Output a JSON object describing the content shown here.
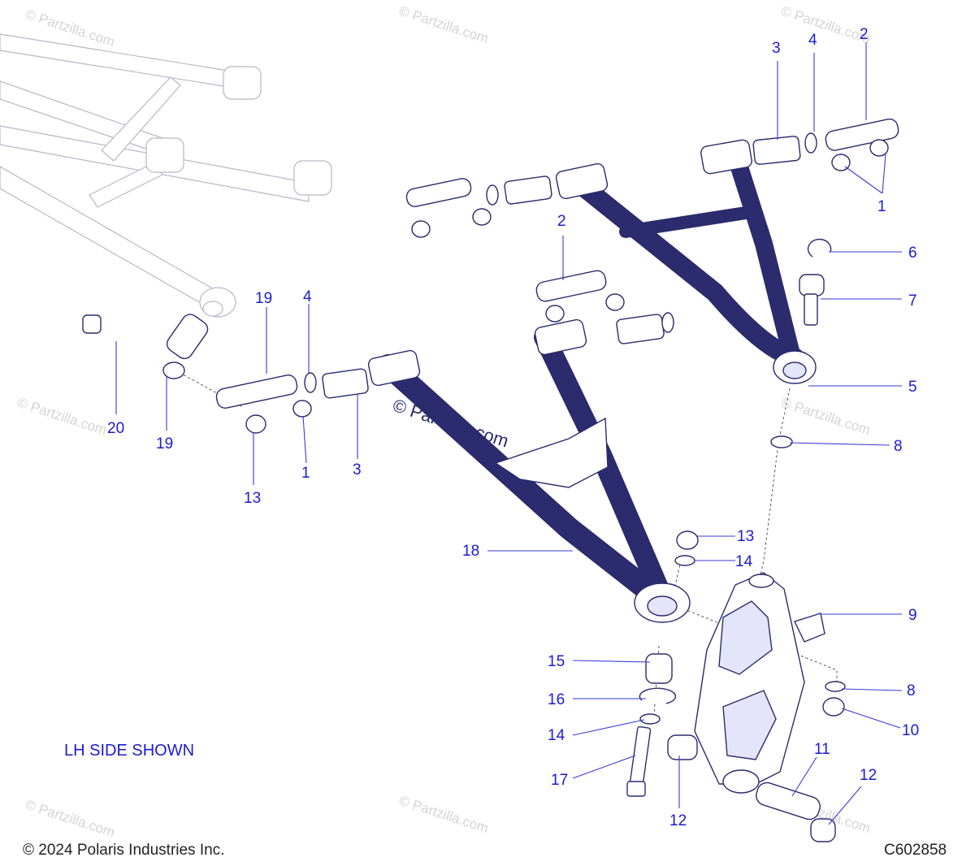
{
  "watermark": "© Partzilla.com",
  "note": "LH SIDE SHOWN",
  "copyright": "© 2024 Polaris Industries Inc.",
  "diagram_code": "C602858",
  "callouts": {
    "c1a": "1",
    "c1b": "1",
    "c2a": "2",
    "c2b": "2",
    "c3a": "3",
    "c3b": "3",
    "c4a": "4",
    "c4b": "4",
    "c5": "5",
    "c6": "6",
    "c7": "7",
    "c8a": "8",
    "c8b": "8",
    "c9": "9",
    "c10": "10",
    "c11": "11",
    "c12a": "12",
    "c12b": "12",
    "c13a": "13",
    "c13b": "13",
    "c14a": "14",
    "c14b": "14",
    "c15": "15",
    "c16": "16",
    "c17": "17",
    "c18": "18",
    "c19a": "19",
    "c19b": "19",
    "c20": "20"
  }
}
